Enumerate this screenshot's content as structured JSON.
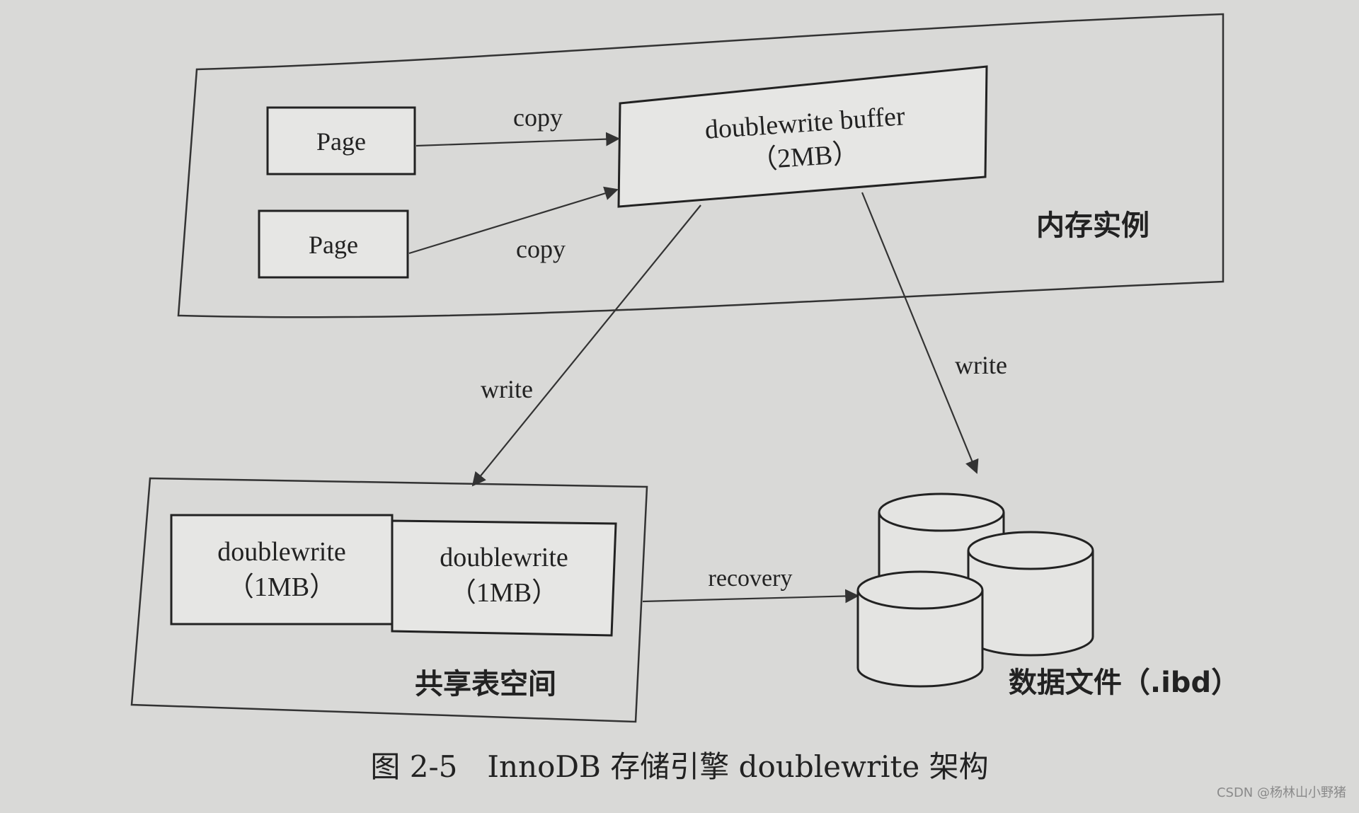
{
  "memory_region": {
    "label": "内存实例",
    "pages": [
      "Page",
      "Page"
    ],
    "copy_labels": [
      "copy",
      "copy"
    ],
    "buffer": {
      "title": "doublewrite buffer",
      "size": "（2MB）"
    }
  },
  "arrows": {
    "write_left": "write",
    "write_right": "write",
    "recovery": "recovery"
  },
  "shared_tablespace": {
    "label": "共享表空间",
    "blocks": [
      {
        "title": "doublewrite",
        "size": "（1MB）"
      },
      {
        "title": "doublewrite",
        "size": "（1MB）"
      }
    ]
  },
  "data_files": {
    "label": "数据文件（.ibd）"
  },
  "caption": "图 2-5　InnoDB 存储引擎 doublewrite 架构",
  "watermark": "CSDN @杨林山小野猪"
}
